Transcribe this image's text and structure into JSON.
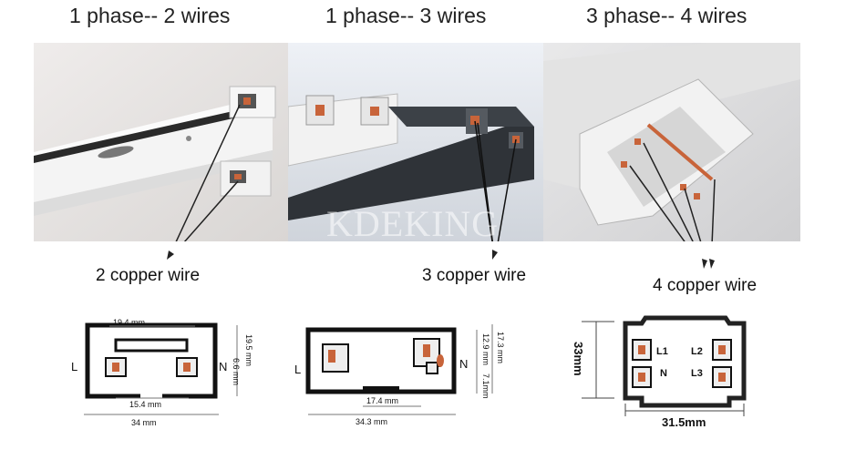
{
  "titles": [
    "1 phase-- 2 wires",
    "1 phase-- 3 wires",
    "3 phase-- 4 wires"
  ],
  "labels": [
    "2 copper wire",
    "3 copper wire",
    "4 copper wire"
  ],
  "watermark": "KDEKING",
  "diagram1": {
    "top_width": "19.4 mm",
    "height": "19.5 mm",
    "inner_height": "6.6 mm",
    "slot_width": "15.4 mm",
    "width": "34 mm",
    "left": "L",
    "right": "N"
  },
  "diagram2": {
    "height": "17.3 mm",
    "inner_height": "12.9 mm",
    "slot_height": "7.1mm",
    "slot_width": "17.4 mm",
    "width": "34.3 mm",
    "left": "L",
    "right": "N"
  },
  "diagram3": {
    "height": "33mm",
    "width": "31.5mm",
    "l1": "L1",
    "l2": "L2",
    "n": "N",
    "l3": "L3"
  },
  "colors": {
    "copper": "#c8643a",
    "rail_dark": "#3a3f45",
    "rail_light": "#e9e9e9"
  }
}
